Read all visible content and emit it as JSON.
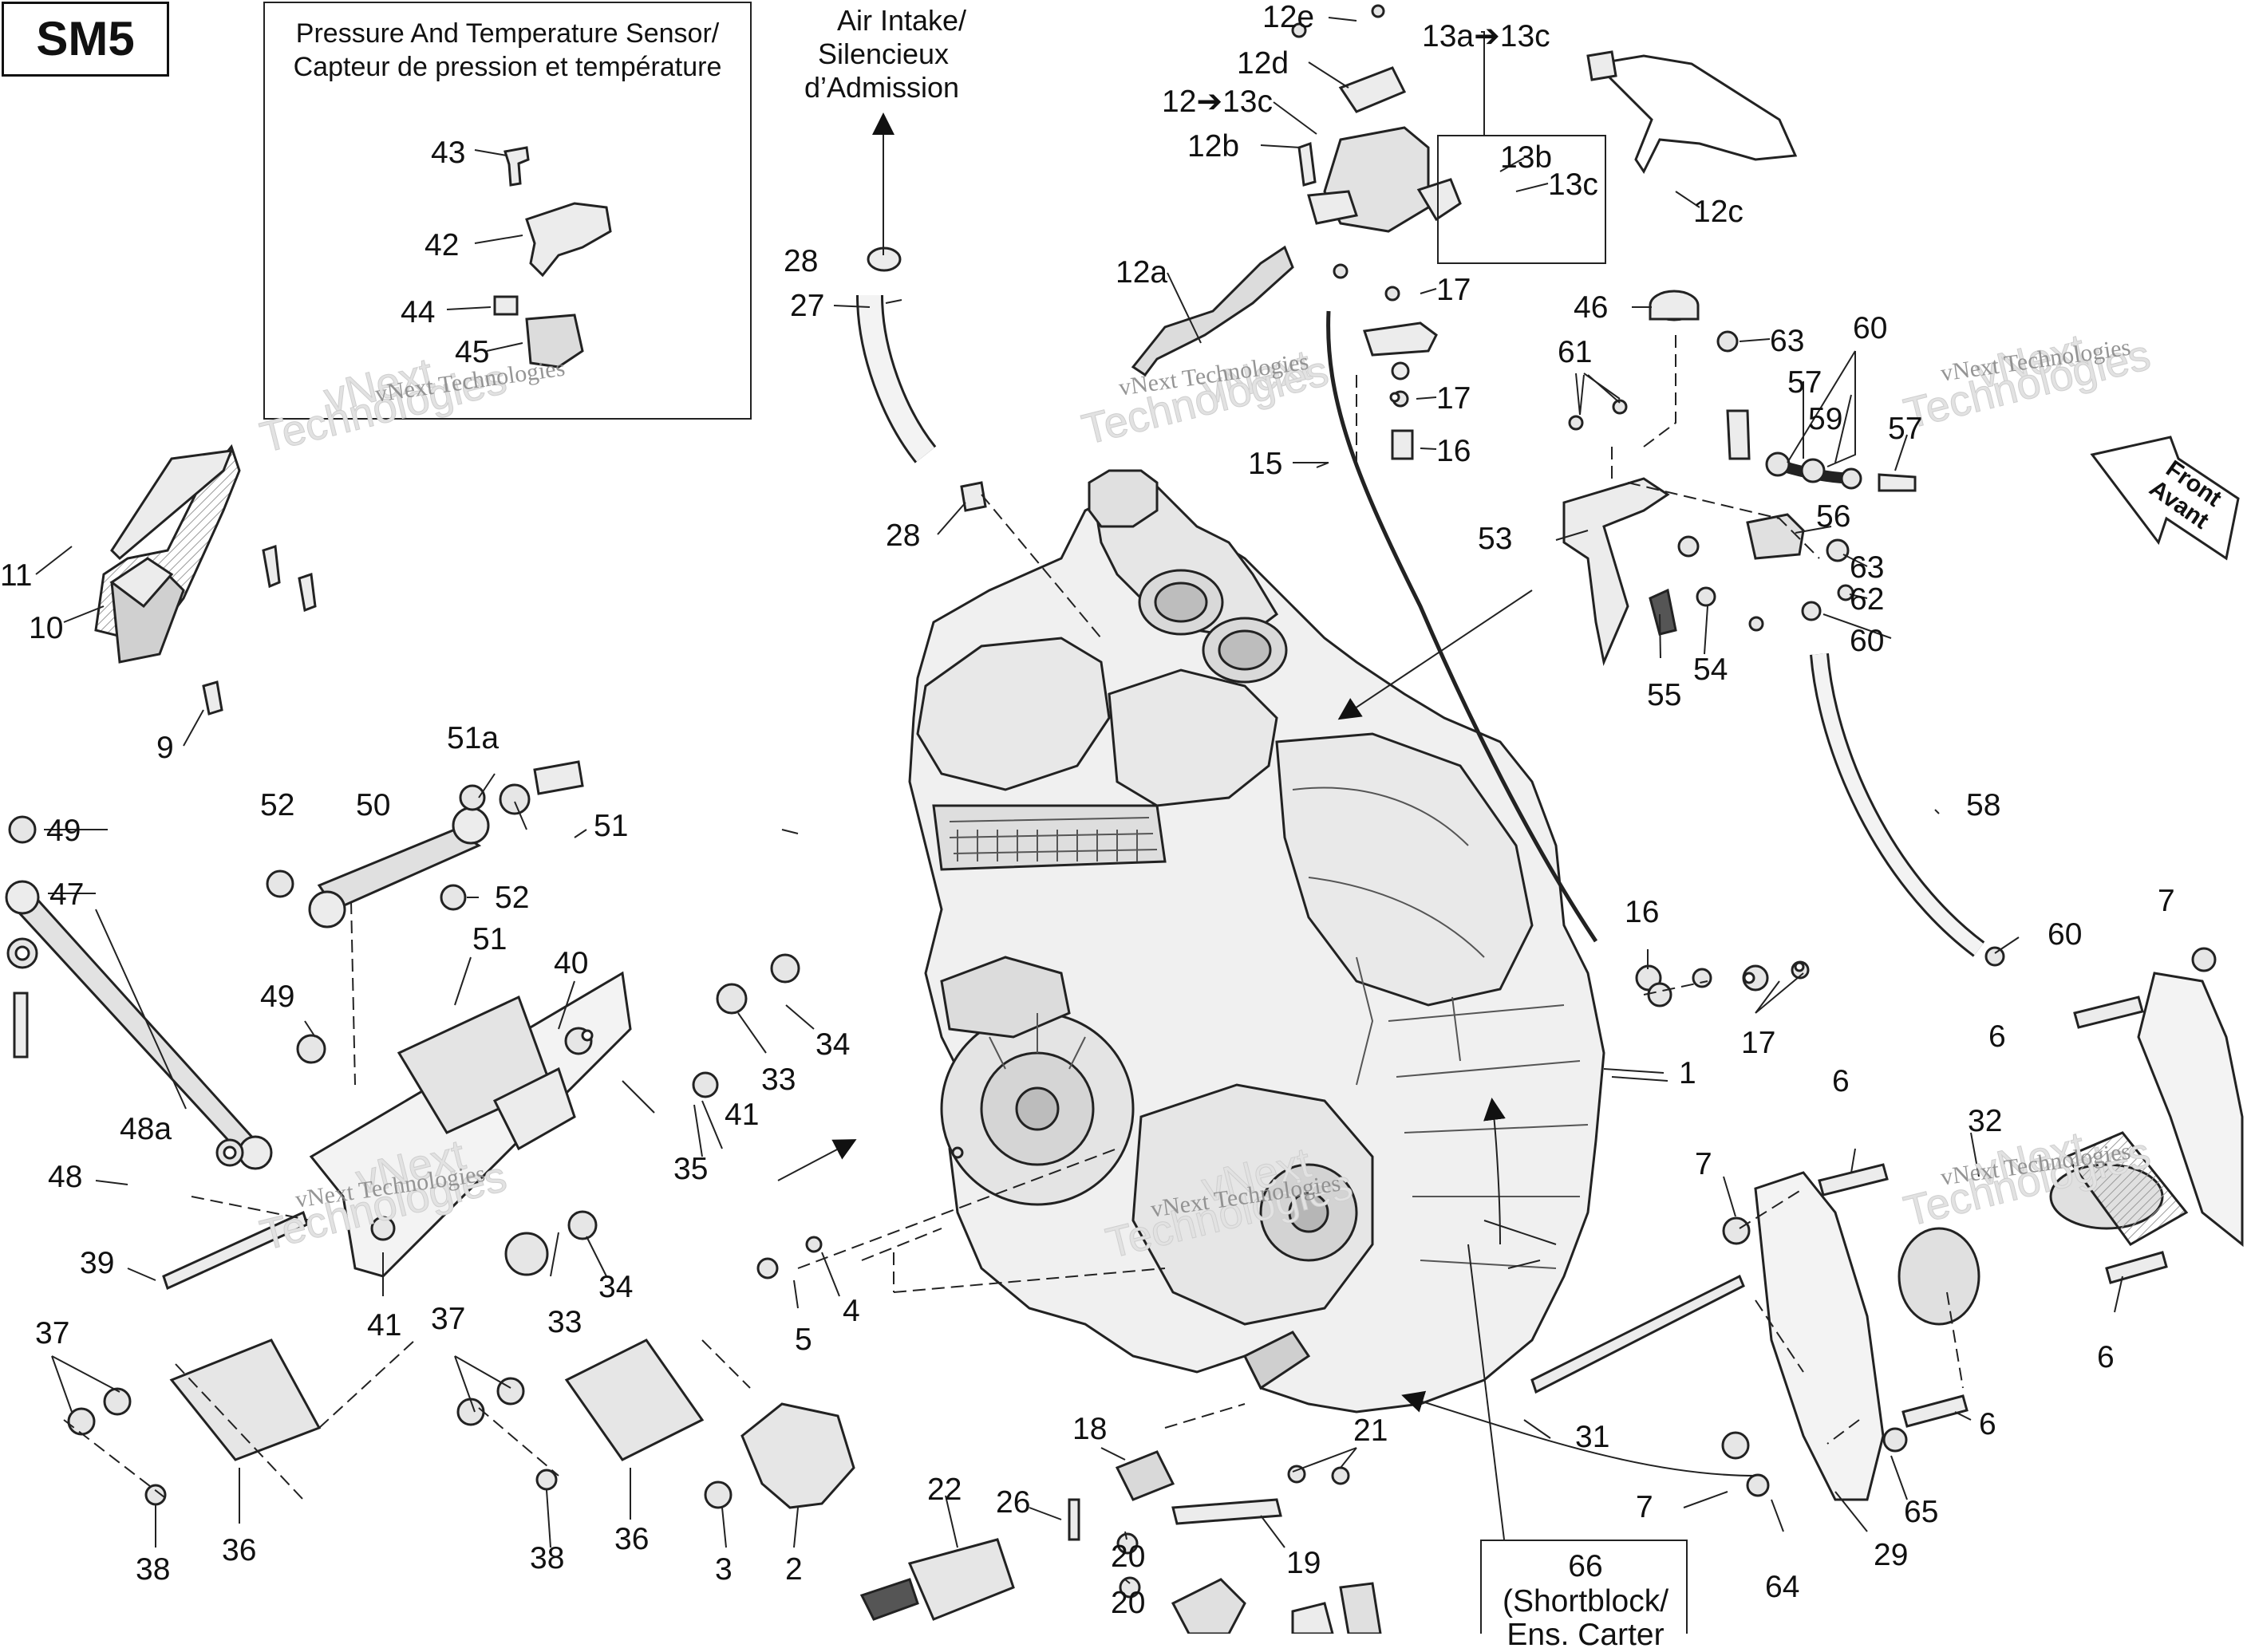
{
  "sheet_code": "SM5",
  "inset": {
    "title_line1": "Pressure And Temperature Sensor/",
    "title_line2": "Capteur de pression et température"
  },
  "air_intake": {
    "line1": "Air Intake/",
    "line2": "Silencieux",
    "line3": "d’Admission"
  },
  "front_arrow": {
    "line1": "Front",
    "line2": "Avant"
  },
  "shortblock": {
    "num": "66",
    "line1": "(Shortblock/",
    "line2": "Ens. Carter"
  },
  "watermark": {
    "text": "vNext Technologies",
    "word1": "vNext",
    "word2": "Technologies"
  },
  "callouts": {
    "c43": "43",
    "c42": "42",
    "c44": "44",
    "c45": "45",
    "c11": "11",
    "c10": "10",
    "c9": "9",
    "c12e": "12e",
    "c12d": "12d",
    "c12to13c": "12➔13c",
    "c12b": "12b",
    "c12a": "12a",
    "c13ato13c": "13a➔13c",
    "c13b": "13b",
    "c13c": "13c",
    "c12c": "12c",
    "c28a": "28",
    "c27": "27",
    "c28b": "28",
    "c17a": "17",
    "c17b": "17",
    "c16a": "16",
    "c15": "15",
    "c46": "46",
    "c61": "61",
    "c63a": "63",
    "c60a": "60",
    "c57a": "57",
    "c59": "59",
    "c57b": "57",
    "c53": "53",
    "c56": "56",
    "c63b": "63",
    "c62": "62",
    "c60b": "60",
    "c55": "55",
    "c54": "54",
    "c58": "58",
    "c16b": "16",
    "c17c": "17",
    "c60c": "60",
    "c1": "1",
    "c51a": "51a",
    "c51a_lbl": "51",
    "c52a": "52",
    "c50": "50",
    "c49a": "49",
    "c47": "47",
    "c52b": "52",
    "c51b": "51",
    "c49b": "49",
    "c40": "40",
    "c33a": "33",
    "c34a": "34",
    "c41a": "41",
    "c35": "35",
    "c48a": "48a",
    "c48": "48",
    "c39": "39",
    "c41b": "41",
    "c33b": "33",
    "c34b": "34",
    "c5": "5",
    "c4": "4",
    "c37a": "37",
    "c37b": "37",
    "c38a": "38",
    "c36a": "36",
    "c38b": "38",
    "c36b": "36",
    "c3": "3",
    "c2": "2",
    "c22": "22",
    "c26": "26",
    "c18": "18",
    "c20a": "20",
    "c20b": "20",
    "c19": "19",
    "c21": "21",
    "c7a": "7",
    "c6a": "6",
    "c32": "32",
    "c6b": "6",
    "c7b": "7",
    "c31": "31",
    "c6c": "6",
    "c6d": "6",
    "c7c": "7",
    "c64": "64",
    "c29": "29",
    "c65": "65"
  }
}
